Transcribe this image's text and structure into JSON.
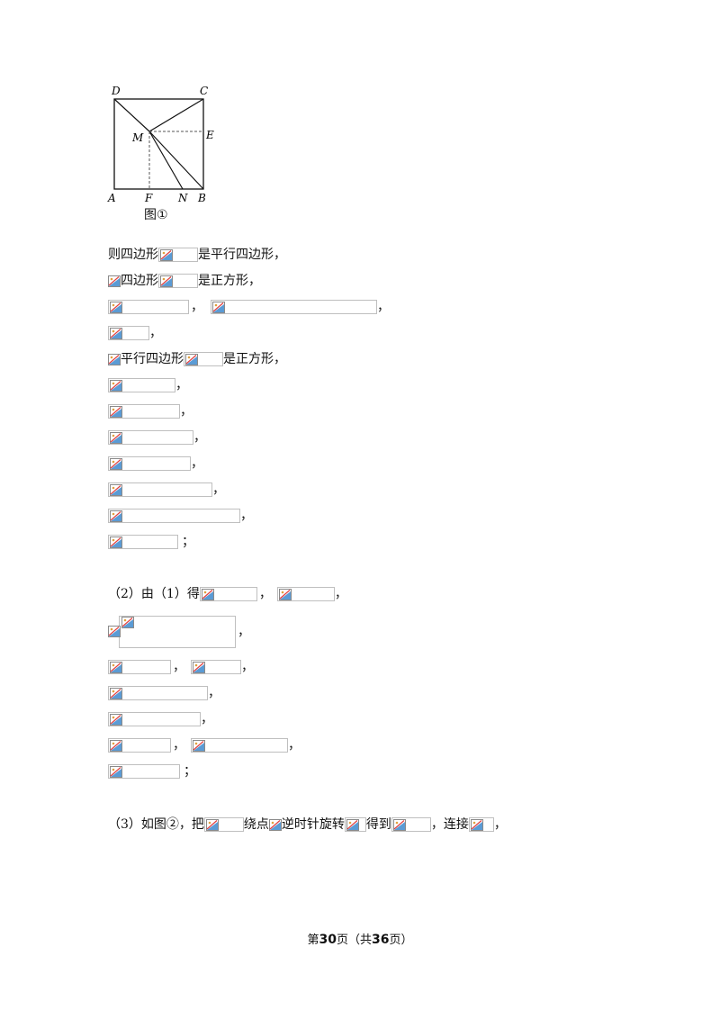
{
  "figure": {
    "labels": {
      "D": "D",
      "C": "C",
      "M": "M",
      "E": "E",
      "A": "A",
      "F": "F",
      "N": "N",
      "B": "B"
    },
    "caption": "图①"
  },
  "lines": [
    {
      "id": "l1",
      "text_a": "则四边形",
      "text_b": "是平行四边形，"
    },
    {
      "id": "l2",
      "text_a": "四边形",
      "text_b": "是正方形，"
    },
    {
      "id": "l3",
      "sep": "，",
      "end": "，"
    },
    {
      "id": "l4",
      "end": "，"
    },
    {
      "id": "l5",
      "text_a": "平行四边形",
      "text_b": "是正方形，"
    },
    {
      "id": "l6",
      "end": "，"
    },
    {
      "id": "l7",
      "end": "，"
    },
    {
      "id": "l8",
      "end": "，"
    },
    {
      "id": "l9",
      "end": "，"
    },
    {
      "id": "l10",
      "end": "，"
    },
    {
      "id": "l11",
      "end": "，"
    },
    {
      "id": "l12",
      "end": "；"
    },
    {
      "id": "l13",
      "text_a": "（2）由（1）得",
      "sep": "，",
      "end": "，"
    },
    {
      "id": "l14",
      "end": "，"
    },
    {
      "id": "l15",
      "sep": "，",
      "end": "，"
    },
    {
      "id": "l16",
      "end": "，"
    },
    {
      "id": "l17",
      "end": "，"
    },
    {
      "id": "l18",
      "sep": "，",
      "end": "，"
    },
    {
      "id": "l19",
      "end": "；"
    },
    {
      "id": "l20",
      "text_a": "（3）如图②，把",
      "text_b": "绕点",
      "text_c": "逆时针旋转",
      "text_d": "得到",
      "text_e": "，连接",
      "end": "，"
    }
  ],
  "footer": {
    "prefix": "第",
    "page": "30",
    "middle": "页（共",
    "total": "36",
    "suffix": "页）"
  },
  "colors": {
    "icon_blue": "#5b9bd5",
    "icon_red": "#e04040",
    "icon_frame": "#8a8a8a",
    "box_border": "#bfbfbf"
  }
}
